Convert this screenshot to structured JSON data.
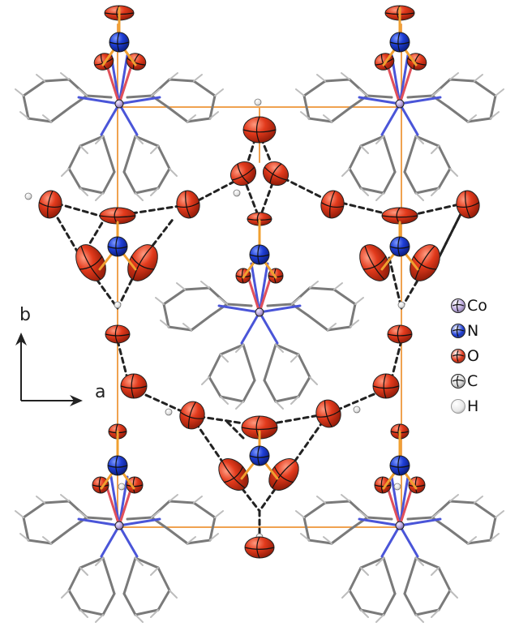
{
  "axes": {
    "b": "b",
    "a": "a"
  },
  "legend": [
    {
      "label": "Co",
      "color": "#b9a6dc",
      "style": "octant"
    },
    {
      "label": "N",
      "color": "#1f3fd6",
      "style": "octant"
    },
    {
      "label": "O",
      "color": "#e23a1c",
      "style": "octant"
    },
    {
      "label": "C",
      "color": "#d8d8d8",
      "style": "octant"
    },
    {
      "label": "H",
      "color": "#e8e8e8",
      "style": "sphere"
    }
  ],
  "colors": {
    "cell": "#f0a250",
    "co": "#b9a6dc",
    "n": "#1f3fd6",
    "o": "#e23a1c",
    "c": "#8a8a8a",
    "bond_co_n": "#4a55d8",
    "bond_co_o": "#e0505a",
    "hbond": "#222222"
  }
}
